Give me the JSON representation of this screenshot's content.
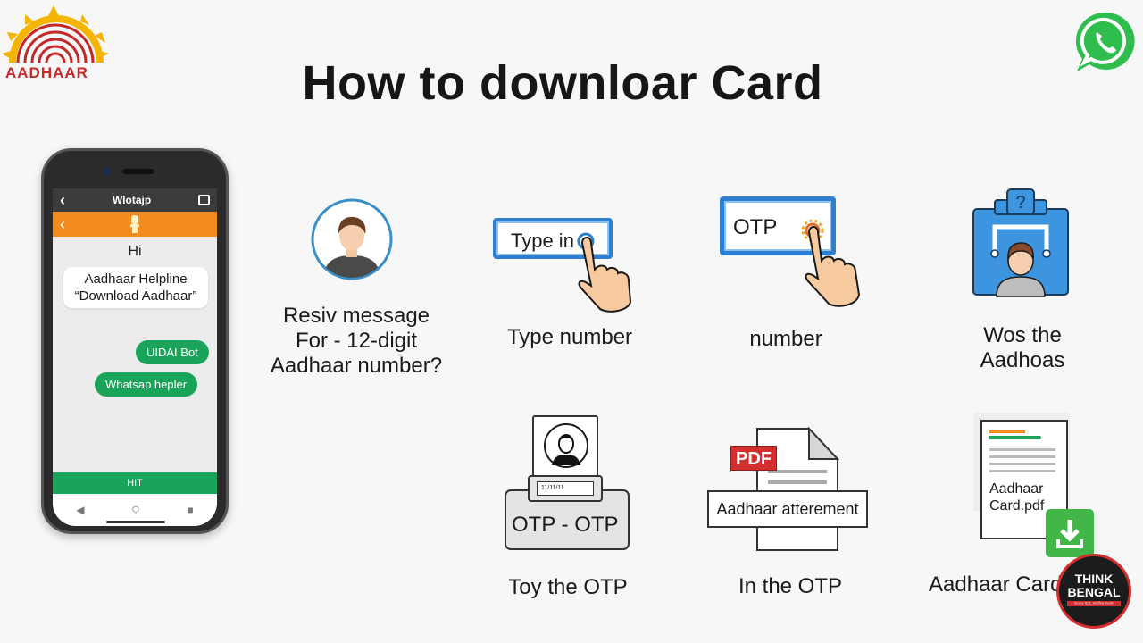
{
  "header": {
    "title": "How to downloar Card",
    "logo_text": "AADHAAR",
    "logo_icon": "aadhaar-fingerprint-sun-logo",
    "whatsapp_icon": "whatsapp-logo"
  },
  "phone": {
    "app_bar_title": "Wlotajp",
    "back_icon": "‹",
    "orange_back_icon": "‹",
    "greeting": "Hi",
    "incoming_message_line1": "Aadhaar Helpline",
    "incoming_message_line2": "“Download Aadhaar”",
    "outgoing_messages": [
      "UIDAI Bot",
      "Whatsap hepler"
    ],
    "bottom_button": "HIT",
    "nav": {
      "back": "◀",
      "home": "○",
      "recent": "■"
    }
  },
  "steps": [
    {
      "icon": "user-avatar-icon",
      "label_lines": [
        "Resiv message",
        "For - 12-digit",
        "Aadhaar number?"
      ]
    },
    {
      "icon": "type-in-tap-icon",
      "box_text": "Type in",
      "label_lines": [
        "Type number"
      ]
    },
    {
      "icon": "otp-tap-icon",
      "box_text": "OTP",
      "label_lines": [
        "number"
      ]
    },
    {
      "icon": "face-verify-icon",
      "badge": "?",
      "label_lines": [
        "Wos the",
        "Aadhoas"
      ]
    },
    {
      "icon": "otp-id-card-icon",
      "box_text": "OTP - OTP",
      "slot_text": "11/11/11",
      "label_lines": [
        "Toy the OTP"
      ]
    },
    {
      "icon": "pdf-document-icon",
      "pdf_badge": "PDF",
      "banner_text": "Aadhaar atterement",
      "label_lines": [
        "In the OTP"
      ]
    },
    {
      "icon": "aadhaar-pdf-download-icon",
      "doc_line1": "Aadhaar",
      "doc_line2": "Card.pdf",
      "label_lines": [
        "Aadhaar Card"
      ]
    }
  ],
  "watermark": {
    "line1": "THINK",
    "line2": "BENGAL",
    "tagline": "সত্যের পথে, সাহসিক সংবাদ"
  },
  "colors": {
    "orange": "#f28c1e",
    "green": "#1aa45a",
    "blue": "#2f7fd0",
    "pdf_red": "#d32f2f"
  }
}
